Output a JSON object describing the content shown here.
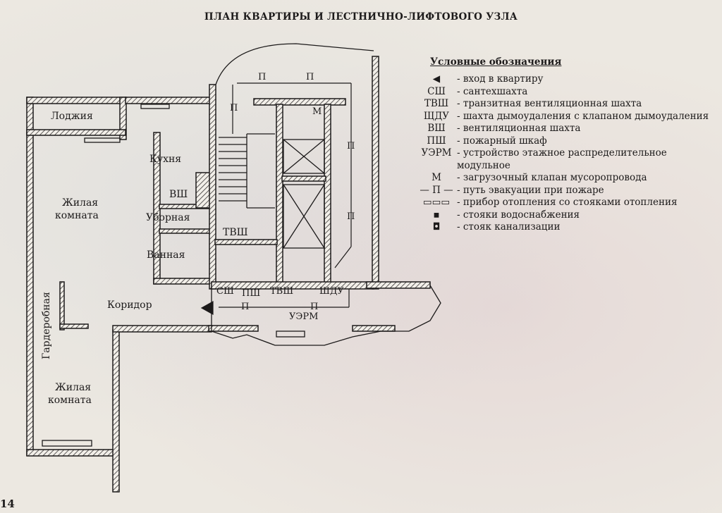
{
  "title": "ПЛАН КВАРТИРЫ И ЛЕСТНИЧНО-ЛИФТОВОГО УЗЛА",
  "rooms": {
    "loggia": "Лоджия",
    "living1_line1": "Жилая",
    "living1_line2": "комната",
    "kitchen": "Кухня",
    "vsh": "ВШ",
    "toilet": "Уборная",
    "tvsh": "ТВШ",
    "bath": "Ванная",
    "corridor": "Коридор",
    "wardrobe": "Гардеробная",
    "living2_line1": "Жилая",
    "living2_line2": "комната"
  },
  "shafts": {
    "ssh": "СШ",
    "psh": "ПШ",
    "tvsh": "ТВШ",
    "shdu": "ШДУ",
    "uerm": "УЭРМ",
    "m": "М"
  },
  "evac": {
    "p": "П"
  },
  "legend": {
    "title": "Условные обозначения",
    "items": [
      {
        "key": "◀",
        "desc": "- вход в квартиру"
      },
      {
        "key": "СШ",
        "desc": "- сантехшахта"
      },
      {
        "key": "ТВШ",
        "desc": "- транзитная вентиляционная шахта"
      },
      {
        "key": "ЩДУ",
        "desc": "- шахта дымоудаления с клапаном дымоудаления"
      },
      {
        "key": "ВШ",
        "desc": "- вентиляционная шахта"
      },
      {
        "key": "ПШ",
        "desc": "- пожарный шкаф"
      },
      {
        "key": "УЭРМ",
        "desc": "- устройство этажное распределительное модульное"
      },
      {
        "key": "М",
        "desc": "- загрузочный клапан мусоропровода"
      },
      {
        "key": "— П —",
        "desc": "- путь эвакуации при пожаре"
      },
      {
        "key": "▭▭▭",
        "desc": "- прибор отопления со стояками отопления"
      },
      {
        "key": "▪",
        "desc": "- стояки водоснабжения"
      },
      {
        "key": "◘",
        "desc": "- стояк канализации"
      }
    ]
  },
  "page_number": "14",
  "colors": {
    "ink": "#1c1a1a",
    "paper": "#ece8e1",
    "hatch": "#3a3636"
  }
}
